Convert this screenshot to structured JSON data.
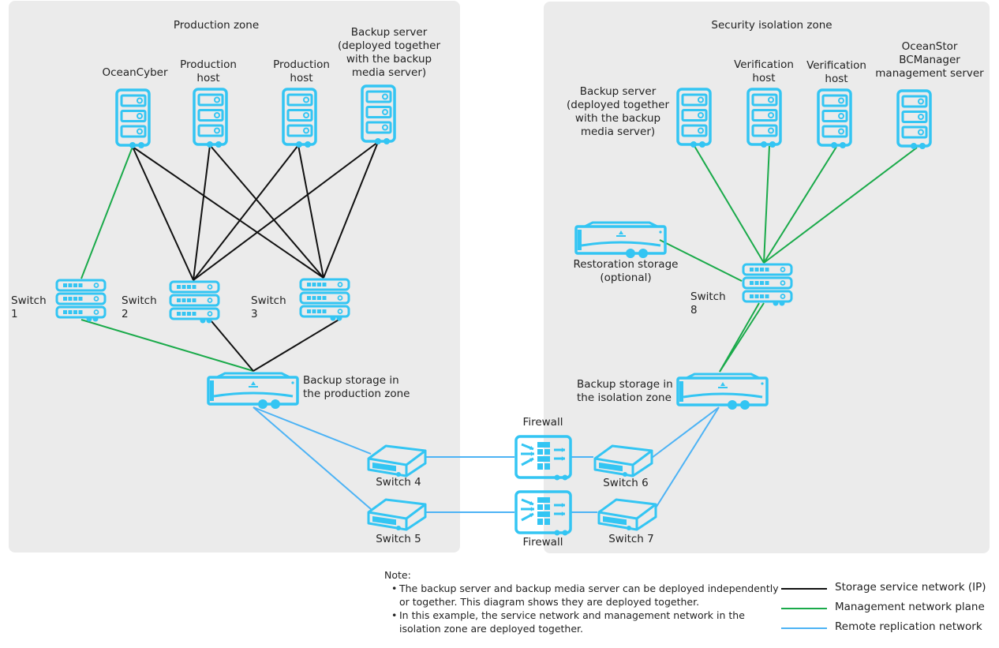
{
  "colors": {
    "zone_background": "#ebebeb",
    "device": "#33c5f3",
    "storage_service_network": "#111111",
    "management_network": "#1aaa4a",
    "remote_replication_network": "#4db3f5"
  },
  "zones": {
    "production": {
      "title": "Production zone"
    },
    "isolation": {
      "title": "Security isolation zone"
    }
  },
  "devices": {
    "oceancyber": {
      "label": "OceanCyber",
      "icon": "server-icon"
    },
    "prod_host_1": {
      "label": "Production\nhost",
      "icon": "server-icon"
    },
    "prod_host_2": {
      "label": "Production\nhost",
      "icon": "server-icon"
    },
    "prod_backup_server": {
      "label": "Backup server\n(deployed together\nwith the backup\nmedia server)",
      "icon": "server-icon"
    },
    "switch_1": {
      "label": "Switch 1",
      "icon": "rack-switch-icon"
    },
    "switch_2": {
      "label": "Switch 2",
      "icon": "rack-switch-icon"
    },
    "switch_3": {
      "label": "Switch 3",
      "icon": "rack-switch-icon"
    },
    "prod_storage": {
      "label": "Backup storage in\nthe production zone",
      "icon": "storage-array-icon"
    },
    "switch_4": {
      "label": "Switch 4",
      "icon": "switch-icon"
    },
    "switch_5": {
      "label": "Switch 5",
      "icon": "switch-icon"
    },
    "firewall_1": {
      "label": "Firewall",
      "icon": "firewall-icon"
    },
    "firewall_2": {
      "label": "Firewall",
      "icon": "firewall-icon"
    },
    "switch_6": {
      "label": "Switch 6",
      "icon": "switch-icon"
    },
    "switch_7": {
      "label": "Switch 7",
      "icon": "switch-icon"
    },
    "iso_backup_server": {
      "label": "Backup server\n(deployed together\nwith the backup\nmedia server)",
      "icon": "server-icon"
    },
    "verif_host_1": {
      "label": "Verification\nhost",
      "icon": "server-icon"
    },
    "verif_host_2": {
      "label": "Verification\nhost",
      "icon": "server-icon"
    },
    "bcmanager": {
      "label": "OceanStor\nBCManager\nmanagement server",
      "icon": "server-icon"
    },
    "restoration_storage": {
      "label": "Restoration storage\n(optional)",
      "icon": "storage-array-icon"
    },
    "switch_8": {
      "label": "Switch 8",
      "icon": "rack-switch-icon"
    },
    "iso_storage": {
      "label": "Backup storage in\nthe isolation zone",
      "icon": "storage-array-icon"
    }
  },
  "links": [
    {
      "from": "oceancyber",
      "to": "switch_1",
      "network": "management"
    },
    {
      "from": "oceancyber",
      "to": "switch_2",
      "network": "storage_service"
    },
    {
      "from": "oceancyber",
      "to": "switch_3",
      "network": "storage_service"
    },
    {
      "from": "prod_host_1",
      "to": "switch_2",
      "network": "storage_service"
    },
    {
      "from": "prod_host_1",
      "to": "switch_3",
      "network": "storage_service"
    },
    {
      "from": "prod_host_2",
      "to": "switch_2",
      "network": "storage_service"
    },
    {
      "from": "prod_host_2",
      "to": "switch_3",
      "network": "storage_service"
    },
    {
      "from": "prod_backup_server",
      "to": "switch_2",
      "network": "storage_service"
    },
    {
      "from": "prod_backup_server",
      "to": "switch_3",
      "network": "storage_service"
    },
    {
      "from": "switch_1",
      "to": "prod_storage",
      "network": "management"
    },
    {
      "from": "switch_2",
      "to": "prod_storage",
      "network": "storage_service"
    },
    {
      "from": "switch_3",
      "to": "prod_storage",
      "network": "storage_service"
    },
    {
      "from": "prod_storage",
      "to": "switch_4",
      "network": "remote_replication"
    },
    {
      "from": "prod_storage",
      "to": "switch_5",
      "network": "remote_replication"
    },
    {
      "from": "switch_4",
      "to": "firewall_1",
      "network": "remote_replication"
    },
    {
      "from": "switch_5",
      "to": "firewall_2",
      "network": "remote_replication"
    },
    {
      "from": "firewall_1",
      "to": "switch_6",
      "network": "remote_replication"
    },
    {
      "from": "firewall_2",
      "to": "switch_7",
      "network": "remote_replication"
    },
    {
      "from": "switch_6",
      "to": "iso_storage",
      "network": "remote_replication"
    },
    {
      "from": "switch_7",
      "to": "iso_storage",
      "network": "remote_replication"
    },
    {
      "from": "iso_backup_server",
      "to": "switch_8",
      "network": "management"
    },
    {
      "from": "verif_host_1",
      "to": "switch_8",
      "network": "management"
    },
    {
      "from": "verif_host_2",
      "to": "switch_8",
      "network": "management"
    },
    {
      "from": "bcmanager",
      "to": "switch_8",
      "network": "management"
    },
    {
      "from": "restoration_storage",
      "to": "switch_8",
      "network": "management"
    },
    {
      "from": "switch_8",
      "to": "iso_storage",
      "network": "management"
    },
    {
      "from": "switch_8",
      "to": "iso_storage",
      "network": "management"
    }
  ],
  "note": {
    "title": "Note:",
    "items": [
      "The backup server and backup media server can be deployed independently\nor together. This diagram shows they are deployed together.",
      "In this example, the service network and management network in the\nisolation zone are deployed together."
    ]
  },
  "legend": [
    {
      "network": "storage_service",
      "label": "Storage service network (IP)"
    },
    {
      "network": "management",
      "label": "Management network plane"
    },
    {
      "network": "remote_replication",
      "label": "Remote replication network"
    }
  ]
}
